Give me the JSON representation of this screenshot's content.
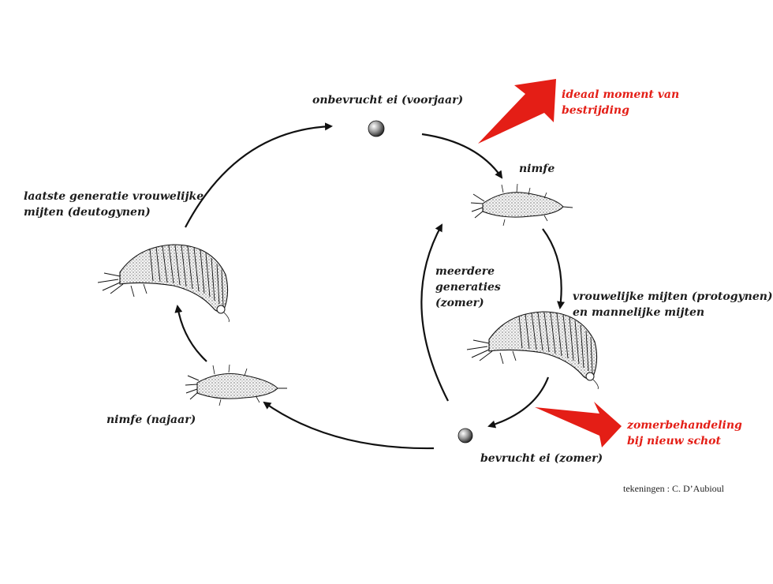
{
  "labels": {
    "unfertilized_egg": "onbevrucht ei (voorjaar)",
    "nymph_spring": "nimfe",
    "females_males": [
      "vrouwelijke mijten (protogynen)",
      "en mannelijke mijten"
    ],
    "fertilized_egg": "bevrucht ei (zomer)",
    "nymph_autumn": "nimfe (najaar)",
    "last_generation": [
      "laatste generatie vrouwelijke",
      "mijten (deutogynen)"
    ],
    "multiple_generations": [
      "meerdere",
      "generaties",
      "(zomer)"
    ]
  },
  "callouts": {
    "ideal_moment": [
      "ideaal moment van",
      "bestrijding"
    ],
    "summer_treatment": [
      "zomerbehandeling",
      "bij nieuw schot"
    ]
  },
  "credit": "tekeningen : C. D’Aubioul",
  "colors": {
    "callout_red": "#e41e16",
    "text": "#1c1c1c",
    "arrow": "#111111"
  }
}
